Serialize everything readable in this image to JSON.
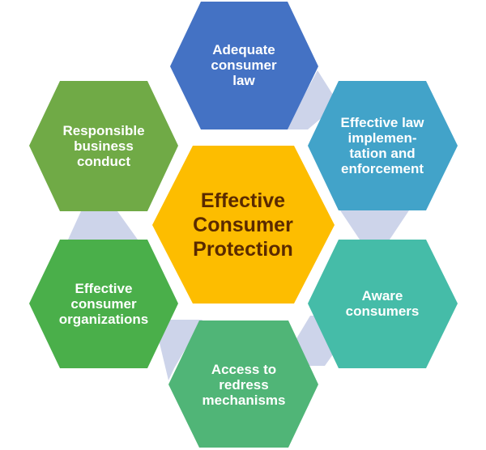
{
  "center": {
    "label": "Effective\nConsumer\nProtection",
    "color": "#FDBD00",
    "text_color": "#5A2A00"
  },
  "pillars": [
    {
      "id": "adequate-consumer-law",
      "label": "Adequate\nconsumer\nlaw",
      "color": "#4472C4"
    },
    {
      "id": "effective-law-implementation",
      "label": "Effective law\nimplemen-\ntation and\nenforcement",
      "color": "#42A3C9"
    },
    {
      "id": "aware-consumers",
      "label": "Aware\nconsumers",
      "color": "#45BCA8"
    },
    {
      "id": "access-to-redress",
      "label": "Access to\nredress\nmechanisms",
      "color": "#50B577"
    },
    {
      "id": "effective-consumer-organizations",
      "label": "Effective\nconsumer\norganizations",
      "color": "#4AAF4A"
    },
    {
      "id": "responsible-business-conduct",
      "label": "Responsible\nbusiness\nconduct",
      "color": "#70AA46"
    }
  ],
  "connector_color": "#CDD4EA"
}
